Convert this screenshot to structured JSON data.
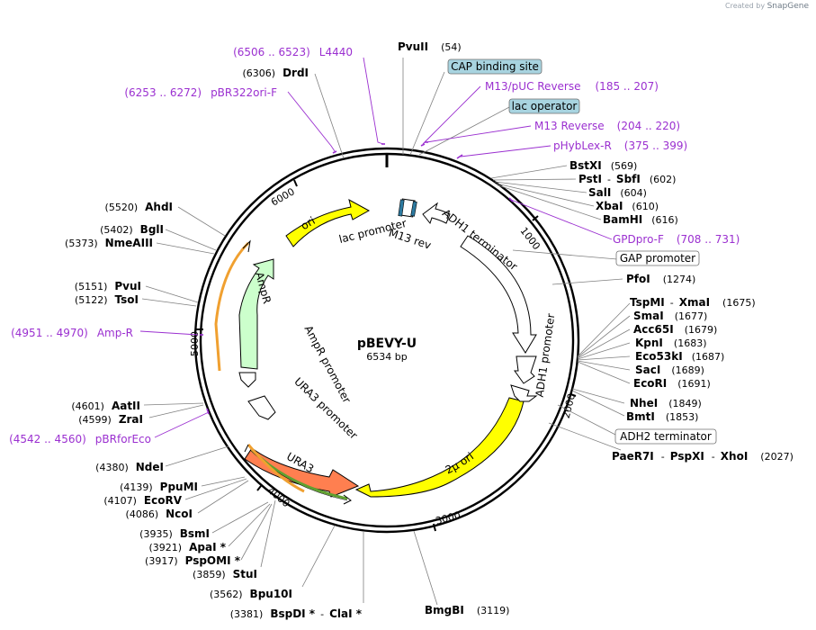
{
  "credit": {
    "prefix": "Created by",
    "brand": "SnapGene"
  },
  "plasmid": {
    "name": "pBEVY-U",
    "length_text": "6534 bp",
    "length": 6534
  },
  "ticks": [
    "1000",
    "2000",
    "3000",
    "4000",
    "5000",
    "6000"
  ],
  "enzymes_right": [
    {
      "name": "PvuII",
      "pos": "(54)"
    },
    {
      "name": "BstXI",
      "pos": "(569)"
    },
    {
      "name": "PstI",
      "pos": "(602)",
      "sep": "-",
      "name2": "SbfI"
    },
    {
      "name": "SalI",
      "pos": "(604)"
    },
    {
      "name": "XbaI",
      "pos": "(610)"
    },
    {
      "name": "BamHI",
      "pos": "(616)"
    },
    {
      "name": "PfoI",
      "pos": "(1274)"
    },
    {
      "name": "TspMI",
      "sep": "-",
      "name2": "XmaI",
      "pos": "(1675)"
    },
    {
      "name": "SmaI",
      "pos": "(1677)"
    },
    {
      "name": "Acc65I",
      "pos": "(1679)"
    },
    {
      "name": "KpnI",
      "pos": "(1683)"
    },
    {
      "name": "Eco53kI",
      "pos": "(1687)"
    },
    {
      "name": "SacI",
      "pos": "(1689)"
    },
    {
      "name": "EcoRI",
      "pos": "(1691)"
    },
    {
      "name": "NheI",
      "pos": "(1849)"
    },
    {
      "name": "BmtI",
      "pos": "(1853)"
    },
    {
      "name": "PaeR7I",
      "sep": "-",
      "name2": "PspXI",
      "sep2": "-",
      "name3": "XhoI",
      "pos": "(2027)"
    },
    {
      "name": "BmgBI",
      "pos": "(3119)"
    }
  ],
  "enzymes_left": [
    {
      "name": "DrdI",
      "pos": "(6306)"
    },
    {
      "name": "AhdI",
      "pos": "(5520)"
    },
    {
      "name": "BglI",
      "pos": "(5402)"
    },
    {
      "name": "NmeAIII",
      "pos": "(5373)"
    },
    {
      "name": "PvuI",
      "pos": "(5151)"
    },
    {
      "name": "TsoI",
      "pos": "(5122)"
    },
    {
      "name": "AatII",
      "pos": "(4601)"
    },
    {
      "name": "ZraI",
      "pos": "(4599)"
    },
    {
      "name": "NdeI",
      "pos": "(4380)"
    },
    {
      "name": "PpuMI",
      "pos": "(4139)"
    },
    {
      "name": "EcoRV",
      "pos": "(4107)"
    },
    {
      "name": "NcoI",
      "pos": "(4086)"
    },
    {
      "name": "BsmI",
      "pos": "(3935)"
    },
    {
      "name": "ApaI *",
      "pos": "(3921)"
    },
    {
      "name": "PspOMI *",
      "pos": "(3917)"
    },
    {
      "name": "StuI",
      "pos": "(3859)"
    },
    {
      "name": "Bpu10I",
      "pos": "(3562)"
    },
    {
      "name": "BspDI *",
      "sep": "-",
      "name2": "ClaI *",
      "pos": "(3381)"
    }
  ],
  "primers": [
    {
      "name": "L4440",
      "range": "(6506 .. 6523)"
    },
    {
      "name": "pBR322ori-F",
      "range": "(6253 .. 6272)"
    },
    {
      "name": "M13/pUC Reverse",
      "range": "(185 .. 207)"
    },
    {
      "name": "M13 Reverse",
      "range": "(204 .. 220)"
    },
    {
      "name": "pHybLex-R",
      "range": "(375 .. 399)"
    },
    {
      "name": "GPDpro-F",
      "range": "(708 .. 731)"
    },
    {
      "name": "Amp-R",
      "range": "(4951 .. 4970)"
    },
    {
      "name": "pBRforEco",
      "range": "(4542 .. 4560)"
    }
  ],
  "boxed_features": [
    {
      "name": "CAP binding site",
      "fill": "#a8d4e0"
    },
    {
      "name": "lac operator",
      "fill": "#a8d4e0"
    },
    {
      "name": "GAP promoter",
      "fill": "#ffffff"
    },
    {
      "name": "ADH2 terminator",
      "fill": "#ffffff"
    }
  ],
  "features": [
    {
      "name": "ori",
      "color": "#ffff00"
    },
    {
      "name": "2μ ori",
      "color": "#ffff00"
    },
    {
      "name": "URA3",
      "color": "#ff7f50"
    },
    {
      "name": "AmpR",
      "color": "#ccffcc"
    },
    {
      "name": "lac promoter",
      "color": "#ffffff"
    },
    {
      "name": "M13 rev",
      "color": "#ffffff"
    },
    {
      "name": "ADH1 terminator",
      "color": "#ffffff"
    },
    {
      "name": "ADH1 promoter",
      "color": "#ffffff"
    },
    {
      "name": "AmpR promoter",
      "color": "#ffffff"
    },
    {
      "name": "URA3 promoter",
      "color": "#ffffff"
    }
  ],
  "colors": {
    "primer": "#9b30d0",
    "backbone": "#000000",
    "leader": "#808080",
    "orf_arc": "#f0a030",
    "ura_arc": "#60a030"
  }
}
